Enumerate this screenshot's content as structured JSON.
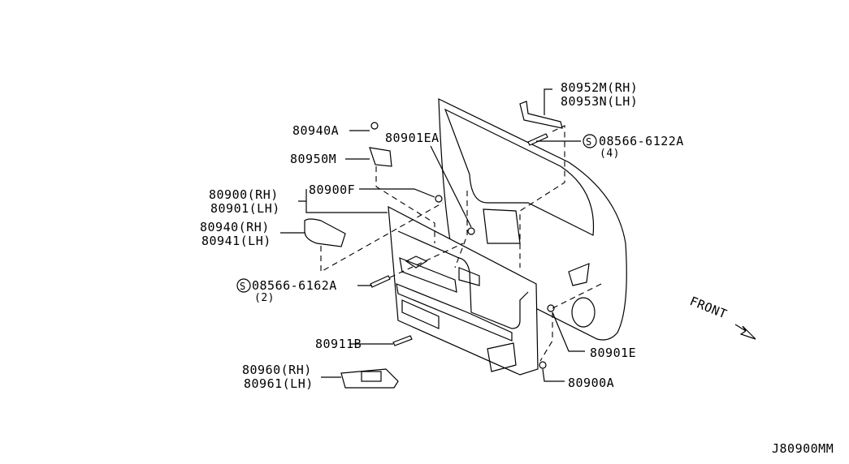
{
  "diagram": {
    "title_code": "J80900MM",
    "front_label": "FRONT",
    "callouts": {
      "p80952m": "80952M(RH)",
      "p80953n": "80953N(LH)",
      "screw_6122_symbol": "S",
      "screw_6122": "08566-6122A",
      "screw_6122_qty": "(4)",
      "p80940a": "80940A",
      "p80901ea": "80901EA",
      "p80950m": "80950M",
      "p80900rh": "80900(RH)",
      "p80900f": "80900F",
      "p80901lh": "80901(LH)",
      "p80940rh": "80940(RH)",
      "p80941lh": "80941(LH)",
      "screw_6162_symbol": "S",
      "screw_6162": "08566-6162A",
      "screw_6162_qty": "(2)",
      "p80911b": "80911B",
      "p80960rh": "80960(RH)",
      "p80961lh": "80961(LH)",
      "p80901e": "80901E",
      "p80900a": "80900A"
    }
  }
}
